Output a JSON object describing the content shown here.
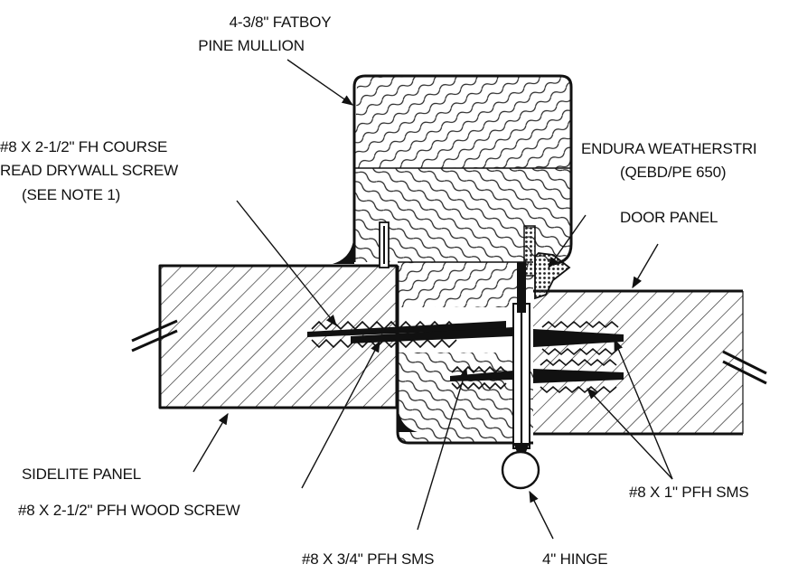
{
  "labels": {
    "mullion_line1": "4-3/8\" FATBOY",
    "mullion_line2": "PINE MULLION",
    "drywall_line1": "#8 X 2-1/2\" FH COURSE",
    "drywall_line2": "READ DRYWALL SCREW",
    "drywall_line3": "(SEE NOTE 1)",
    "weather_line1": "ENDURA WEATHERSTRI",
    "weather_line2": "(QEBD/PE 650)",
    "door_panel": "DOOR PANEL",
    "sidelite_panel": "SIDELITE PANEL",
    "wood_screw": "#8 X 2-1/2\" PFH WOOD SCREW",
    "sms_1in": "#8 X 1\" PFH SMS",
    "sms_34in": "#8 X 3/4\" PFH SMS",
    "hinge": "4\" HINGE"
  },
  "colors": {
    "ink": "#111111",
    "paper": "#ffffff"
  }
}
